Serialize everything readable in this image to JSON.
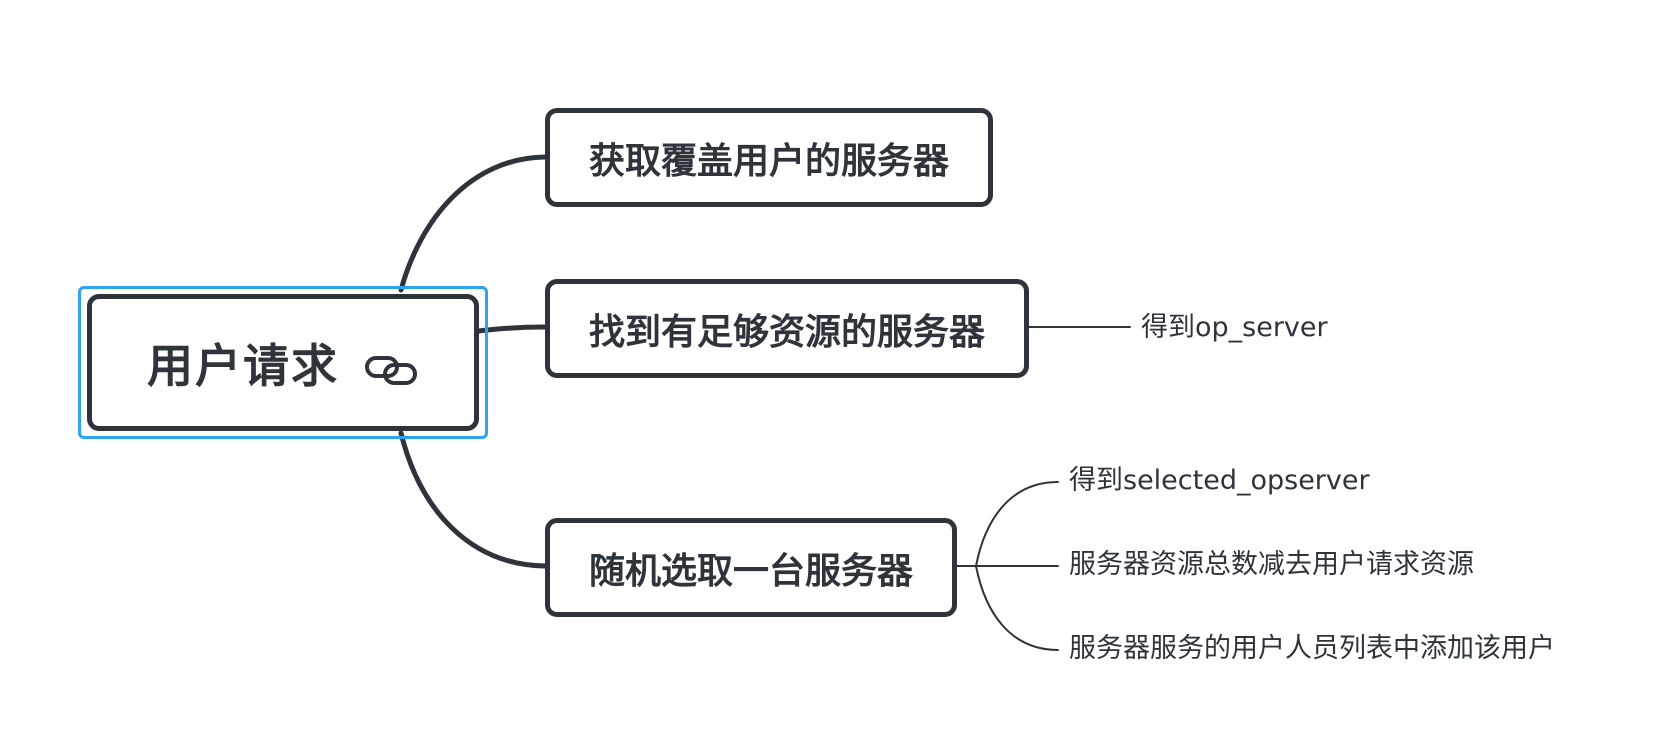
{
  "colors": {
    "stroke": "#2e333c",
    "selection": "#2ea4f0",
    "background": "#ffffff"
  },
  "root": {
    "label": "用户请求",
    "icon": "link-icon"
  },
  "branches": [
    {
      "label": "获取覆盖用户的服务器",
      "children": []
    },
    {
      "label": "找到有足够资源的服务器",
      "children": [
        "得到op_server"
      ]
    },
    {
      "label": "随机选取一台服务器",
      "children": [
        "得到selected_opserver",
        "服务器资源总数减去用户请求资源",
        "服务器服务的用户人员列表中添加该用户"
      ]
    }
  ]
}
